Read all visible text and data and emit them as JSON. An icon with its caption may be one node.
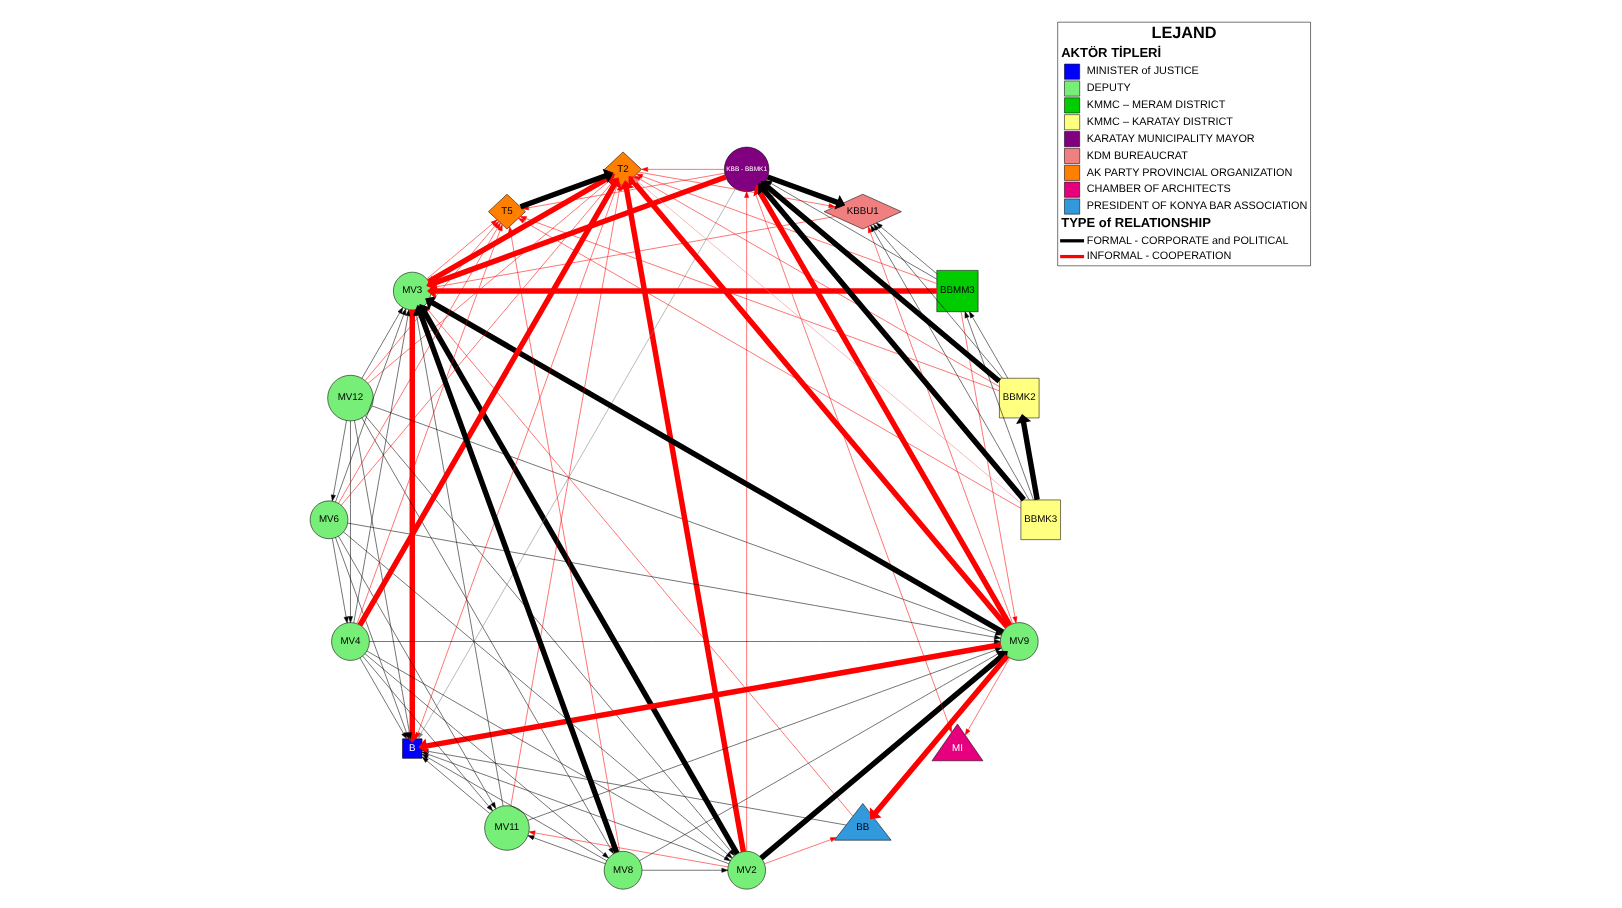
{
  "diagram": {
    "nodes": [
      {
        "text": [
          "B"
        ]
      },
      {
        "text": [
          "BB"
        ]
      },
      {
        "text": [
          "MV3"
        ]
      },
      {
        "text": [
          "KBBU1"
        ]
      },
      {
        "text": [
          "MI"
        ]
      },
      {
        "text": [
          "MV12"
        ]
      },
      {
        "text": [
          "MV2"
        ]
      },
      {
        "text": [
          "KBB - BBMK1"
        ]
      },
      {
        "text": [
          "MV9"
        ]
      },
      {
        "text": [
          "BBMM3"
        ]
      },
      {
        "text": [
          "MV6"
        ]
      },
      {
        "text": [
          "MV11"
        ]
      },
      {
        "text": [
          "T2"
        ]
      },
      {
        "text": [
          "BBMK2"
        ]
      },
      {
        "text": [
          "MV4"
        ]
      },
      {
        "text": [
          "T5"
        ]
      },
      {
        "text": [
          "BBMK3"
        ]
      },
      {
        "text": [
          "MV8"
        ]
      }
    ],
    "edges": [
      {
        "from": 2,
        "to": 0,
        "arrow": "to",
        "color": "#ff0000",
        "style": "thick"
      },
      {
        "from": 1,
        "to": 2,
        "arrow": "to",
        "color": "#ff0000"
      },
      {
        "from": 6,
        "to": 1,
        "arrow": "to",
        "color": "#ff0000"
      },
      {
        "from": 8,
        "to": 0,
        "arrow": "to",
        "color": "#ff0000",
        "style": "thick"
      },
      {
        "from": 8,
        "to": 1,
        "arrow": "to",
        "color": "#ff0000",
        "style": "thick"
      },
      {
        "from": 12,
        "to": 0,
        "arrow": "to",
        "color": "#ff0000"
      },
      {
        "from": 3,
        "to": 2,
        "arrow": "to",
        "color": "#ff0000"
      },
      {
        "from": 8,
        "to": 7,
        "arrow": "to",
        "color": "#ff0000",
        "style": "thick"
      },
      {
        "from": 7,
        "to": 2,
        "arrow": "to",
        "color": "#ff0000",
        "style": "thick"
      },
      {
        "from": 7,
        "to": 4,
        "arrow": "to",
        "color": "#ff0000"
      },
      {
        "from": 8,
        "to": 4,
        "arrow": "to",
        "color": "#ff0000"
      },
      {
        "from": 12,
        "to": 3,
        "arrow": "to",
        "color": "#ff0000"
      },
      {
        "from": 8,
        "to": 3,
        "arrow": "to",
        "color": "#ff0000"
      },
      {
        "from": 9,
        "to": 2,
        "arrow": "to",
        "color": "#ff0000",
        "style": "thick"
      },
      {
        "from": 9,
        "to": 8,
        "arrow": "to",
        "color": "#ff0000"
      },
      {
        "from": 9,
        "to": 12,
        "arrow": "to",
        "color": "#ff0000"
      },
      {
        "from": 2,
        "to": 12,
        "arrow": "to",
        "color": "#ff0000",
        "style": "thick"
      },
      {
        "from": 2,
        "to": 15,
        "arrow": "to",
        "color": "#ff0000"
      },
      {
        "from": 5,
        "to": 12,
        "arrow": "to",
        "color": "#ff0000"
      },
      {
        "from": 5,
        "to": 15,
        "arrow": "to",
        "color": "#ff0000"
      },
      {
        "from": 10,
        "to": 12,
        "arrow": "to",
        "color": "#ff0000"
      },
      {
        "from": 10,
        "to": 15,
        "arrow": "to",
        "color": "#ff0000"
      },
      {
        "from": 14,
        "to": 12,
        "arrow": "to",
        "color": "#ff0000",
        "style": "thick"
      },
      {
        "from": 14,
        "to": 15,
        "arrow": "to",
        "color": "#ff0000"
      },
      {
        "from": 17,
        "to": 15,
        "arrow": "to",
        "color": "#ff0000"
      },
      {
        "from": 6,
        "to": 7,
        "arrow": "to",
        "color": "#ff0000"
      },
      {
        "from": 6,
        "to": 12,
        "arrow": "to",
        "color": "#ff0000",
        "style": "thick"
      },
      {
        "from": 6,
        "to": 11,
        "arrow": "to",
        "color": "#ff0000"
      },
      {
        "from": 13,
        "to": 12,
        "arrow": "to",
        "color": "#ff0000"
      },
      {
        "from": 13,
        "to": 15,
        "arrow": "to",
        "color": "#ff0000"
      },
      {
        "from": 16,
        "to": 15,
        "arrow": "to",
        "color": "#ff0000"
      },
      {
        "from": 16,
        "to": 12,
        "arrow": "to",
        "color": "#f08080"
      },
      {
        "from": 7,
        "to": 12,
        "arrow": "to",
        "color": "#ff0000"
      },
      {
        "from": 7,
        "to": 15,
        "arrow": "to",
        "color": "#ff0000"
      },
      {
        "from": 11,
        "to": 12,
        "arrow": "to",
        "color": "#ff0000"
      },
      {
        "from": 8,
        "to": 12,
        "arrow": "to",
        "color": "#ff0000",
        "style": "thick"
      },
      {
        "from": 5,
        "to": 0,
        "arrow": "to"
      },
      {
        "from": 10,
        "to": 0,
        "arrow": "to"
      },
      {
        "from": 14,
        "to": 0,
        "arrow": "to"
      },
      {
        "from": 17,
        "to": 0,
        "arrow": "to"
      },
      {
        "from": 11,
        "to": 0,
        "arrow": "to"
      },
      {
        "from": 6,
        "to": 0,
        "arrow": "to"
      },
      {
        "from": 1,
        "to": 0,
        "arrow": "to"
      },
      {
        "from": 5,
        "to": 6,
        "arrow": "to"
      },
      {
        "from": 10,
        "to": 2,
        "arrow": "to"
      },
      {
        "from": 6,
        "to": 2,
        "arrow": "to",
        "style": "thick"
      },
      {
        "from": 5,
        "to": 2,
        "arrow": "to"
      },
      {
        "from": 11,
        "to": 2,
        "arrow": "to"
      },
      {
        "from": 14,
        "to": 2,
        "arrow": "to"
      },
      {
        "from": 17,
        "to": 2,
        "arrow": "to",
        "style": "thick"
      },
      {
        "from": 8,
        "to": 2,
        "arrow": "to",
        "style": "thick"
      },
      {
        "from": 7,
        "to": 0,
        "arrow": "to",
        "color": "#808080"
      },
      {
        "from": 7,
        "to": 3,
        "arrow": "to",
        "style": "thick"
      },
      {
        "from": 13,
        "to": 3,
        "arrow": "to"
      },
      {
        "from": 16,
        "to": 3,
        "arrow": "to"
      },
      {
        "from": 9,
        "to": 3,
        "arrow": "to"
      },
      {
        "from": 9,
        "to": 7,
        "arrow": "to"
      },
      {
        "from": 16,
        "to": 7,
        "arrow": "to",
        "style": "thick"
      },
      {
        "from": 13,
        "to": 7,
        "arrow": "to",
        "style": "thick"
      },
      {
        "from": 13,
        "to": 9,
        "arrow": "to"
      },
      {
        "from": 16,
        "to": 9,
        "arrow": "to"
      },
      {
        "from": 16,
        "to": 13,
        "arrow": "to",
        "style": "thick"
      },
      {
        "from": 15,
        "to": 12,
        "arrow": "to",
        "style": "thick"
      },
      {
        "from": 6,
        "to": 8,
        "arrow": "to",
        "style": "thick"
      },
      {
        "from": 5,
        "to": 8,
        "arrow": "to"
      },
      {
        "from": 10,
        "to": 8,
        "arrow": "to"
      },
      {
        "from": 14,
        "to": 8,
        "arrow": "to"
      },
      {
        "from": 17,
        "to": 8,
        "arrow": "to"
      },
      {
        "from": 5,
        "to": 10,
        "arrow": "to"
      },
      {
        "from": 5,
        "to": 14,
        "arrow": "to"
      },
      {
        "from": 5,
        "to": 17,
        "arrow": "to"
      },
      {
        "from": 10,
        "to": 14,
        "arrow": "to"
      },
      {
        "from": 10,
        "to": 11,
        "arrow": "to"
      },
      {
        "from": 14,
        "to": 17,
        "arrow": "to"
      },
      {
        "from": 14,
        "to": 6,
        "arrow": "to"
      },
      {
        "from": 17,
        "to": 6,
        "arrow": "to"
      },
      {
        "from": 10,
        "to": 6,
        "arrow": "to"
      },
      {
        "from": 14,
        "to": 11,
        "arrow": "to"
      },
      {
        "from": 17,
        "to": 11,
        "arrow": "to"
      },
      {
        "from": 11,
        "to": 8,
        "arrow": "to"
      }
    ],
    "labels": [
      "LEJAND",
      "AKTÖR TİPLERİ",
      "TYPE of RELATIONSHIP"
    ],
    "legend": [
      {
        "text": "MINISTER of JUSTICE",
        "color": "#0000ff"
      },
      {
        "text": "DEPUTY",
        "color": "#77ee77"
      },
      {
        "text": "KMMC – MERAM DISTRICT",
        "color": "#00cc00"
      },
      {
        "text": "KMMC – KARATAY DISTRICT",
        "color": "#ffff80"
      },
      {
        "text": "KARATAY MUNICIPALITY MAYOR",
        "color": "#800080"
      },
      {
        "text": "KDM BUREAUCRAT",
        "color": "#f08080"
      },
      {
        "text": "AK PARTY PROVINCIAL ORGANIZATION",
        "color": "#ff8000"
      },
      {
        "text": "CHAMBER OF ARCHITECTS",
        "color": "#e6007e"
      },
      {
        "text": "PRESIDENT OF KONYA BAR ASSOCIATION",
        "color": "#3399dd"
      },
      {
        "text": "FORMAL - CORPORATE and POLITICAL"
      },
      {
        "text": "INFORMAL - COOPERATION"
      }
    ]
  }
}
